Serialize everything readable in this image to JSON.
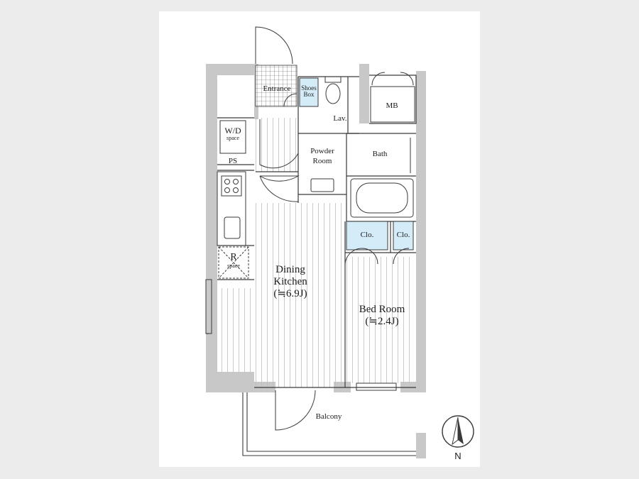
{
  "rooms": {
    "entrance": "Entrance",
    "shoes_box": [
      "Shoes",
      "Box"
    ],
    "lavatory": "Lav.",
    "mb": "MB",
    "wd_space": [
      "W/D",
      "space"
    ],
    "powder_room": [
      "Powder",
      "Room"
    ],
    "bath": "Bath",
    "ps": "PS",
    "r_space": [
      "R",
      "space"
    ],
    "closet_1": "Clo.",
    "closet_2": "Clo.",
    "dining_kitchen": [
      "Dining",
      "Kitchen",
      "(≒6.9J)"
    ],
    "bed_room": [
      "Bed Room",
      "(≒2.4J)"
    ],
    "balcony": "Balcony"
  },
  "compass": {
    "label": "N"
  },
  "colors": {
    "wall": "#c8c8c8",
    "line": "#3a3a3a",
    "storage": "#d4ecf7",
    "floor_stripe": "#bdbdbd"
  }
}
